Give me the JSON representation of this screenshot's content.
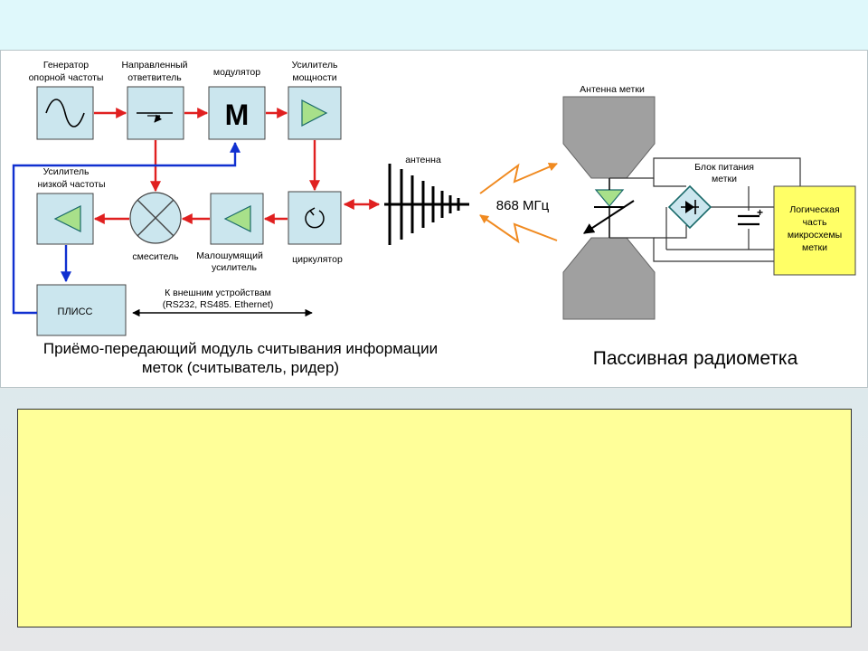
{
  "reader": {
    "caption_line1": "Приёмо-передающий модуль считывания информации",
    "caption_line2": "меток (считыватель, ридер)",
    "generator": {
      "l1": "Генератор",
      "l2": "опорной частоты"
    },
    "coupler": {
      "l1": "Направленный",
      "l2": "ответвитель"
    },
    "modulator": {
      "l1": "модулятор",
      "symbol": "M"
    },
    "power_amp": {
      "l1": "Усилитель",
      "l2": "мощности"
    },
    "lf_amp": {
      "l1": "Усилитель",
      "l2": "низкой частоты"
    },
    "mixer": {
      "l1": "смеситель"
    },
    "lna": {
      "l1": "Малошумящий",
      "l2": "усилитель"
    },
    "circulator": {
      "l1": "циркулятор"
    },
    "fpga": {
      "label": "ПЛИСС"
    },
    "external": {
      "l1": "К внешним устройствам",
      "l2": "(RS232, RS485. Ethernet)"
    },
    "antenna": {
      "label": "антенна"
    }
  },
  "link": {
    "frequency": "868 МГц"
  },
  "tag": {
    "caption": "Пассивная радиометка",
    "antenna": {
      "label": "Антенна метки"
    },
    "power": {
      "l1": "Блок питания",
      "l2": "метки"
    },
    "logic": {
      "l1": "Логическая",
      "l2": "часть",
      "l3": "микросхемы",
      "l4": "метки"
    },
    "cap_plus": "+"
  },
  "colors": {
    "block_fill": "#cbe6ee",
    "signal": "#e02020",
    "control": "#1030d0",
    "radio": "#f08a20",
    "tag_body": "#a0a0a0",
    "logic_fill": "#ffff66"
  }
}
